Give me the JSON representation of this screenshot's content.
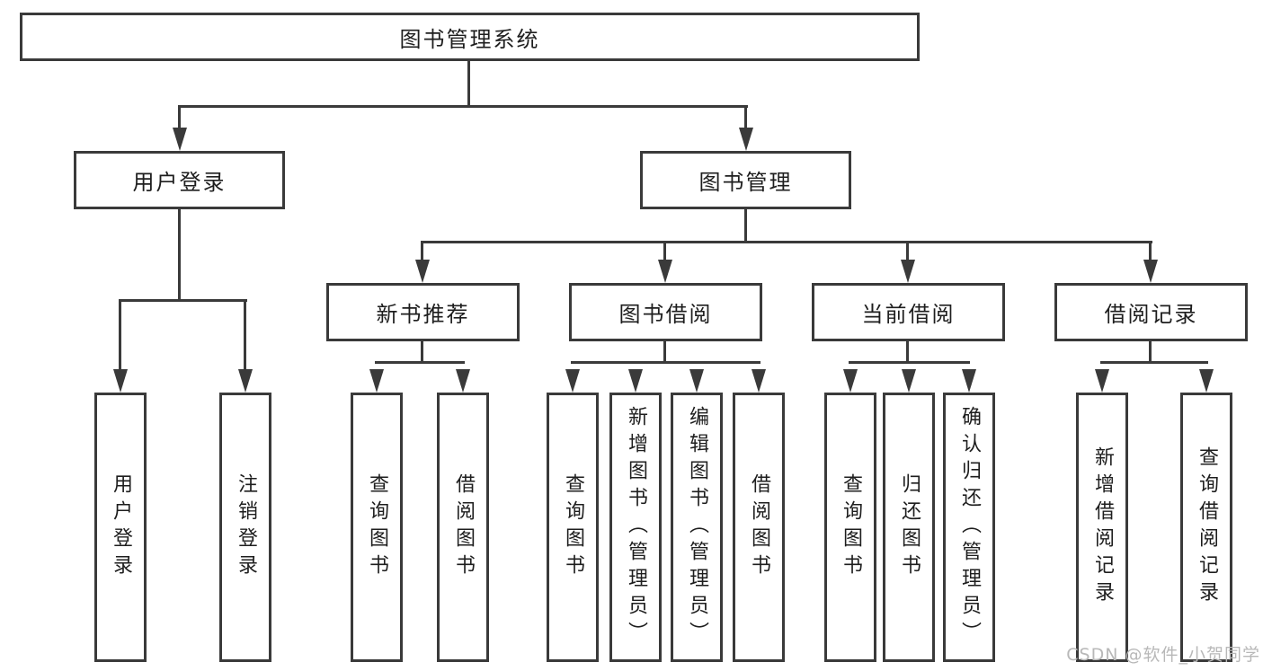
{
  "tree": {
    "label": "图书管理系统",
    "children": [
      {
        "label": "用户登录",
        "children": [
          {
            "label": "用户登录"
          },
          {
            "label": "注销登录"
          }
        ]
      },
      {
        "label": "图书管理",
        "children": [
          {
            "label": "新书推荐",
            "children": [
              {
                "label": "查询图书"
              },
              {
                "label": "借阅图书"
              }
            ]
          },
          {
            "label": "图书借阅",
            "children": [
              {
                "label": "查询图书"
              },
              {
                "label": "新增图书（管理员）"
              },
              {
                "label": "编辑图书（管理员）"
              },
              {
                "label": "借阅图书"
              }
            ]
          },
          {
            "label": "当前借阅",
            "children": [
              {
                "label": "查询图书"
              },
              {
                "label": "归还图书"
              },
              {
                "label": "确认归还（管理员）"
              }
            ]
          },
          {
            "label": "借阅记录",
            "children": [
              {
                "label": "新增借阅记录"
              },
              {
                "label": "查询借阅记录"
              }
            ]
          }
        ]
      }
    ]
  },
  "watermark": {
    "text": "CSDN @软件_小贺同学"
  },
  "colors": {
    "line": "#3a3a3a",
    "box_border": "#3a3a3a",
    "box_fill": "#ffffff",
    "text": "#1e1e1e",
    "watermark": "#b8b8b8",
    "background": "#ffffff"
  }
}
